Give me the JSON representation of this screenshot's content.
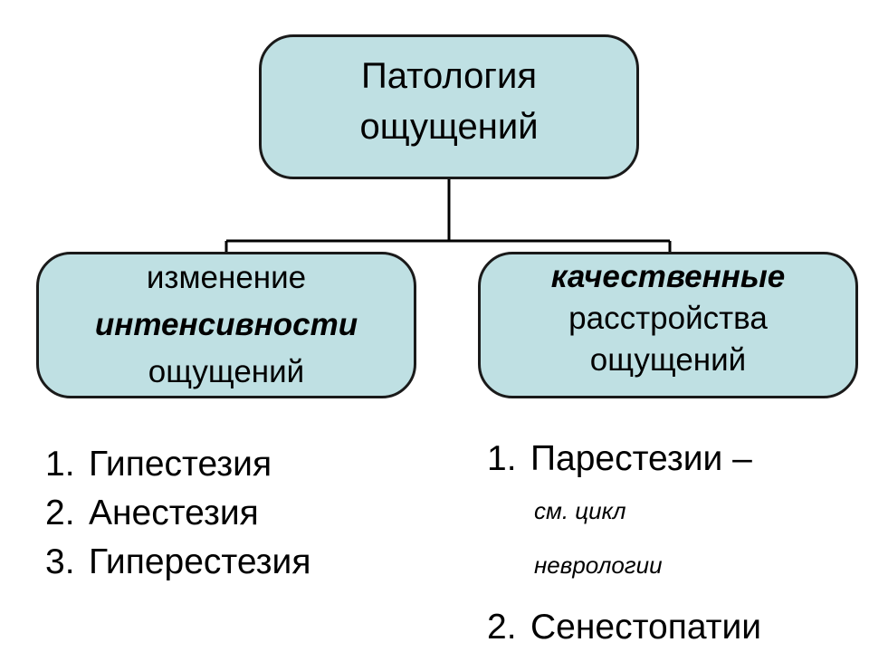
{
  "root": {
    "line1": "Патология",
    "line2": "ощущений"
  },
  "left_box": {
    "line1": "изменение",
    "line2": "интенсивности",
    "line3": "ощущений"
  },
  "right_box": {
    "line1": "качественные",
    "line2": "расстройства",
    "line3": "ощущений"
  },
  "left_list": [
    {
      "num": "1.",
      "text": "Гипестезия"
    },
    {
      "num": "2.",
      "text": "Анестезия"
    },
    {
      "num": "3.",
      "text": "Гиперестезия"
    }
  ],
  "right_list": {
    "item1": {
      "num": "1.",
      "text": "Парестезии –"
    },
    "note1": "см. цикл",
    "note2": "неврологии",
    "item2": {
      "num": "2.",
      "text": "Сенестопатии"
    }
  },
  "colors": {
    "box_fill": "#bfe0e3",
    "box_border": "#1a1a1a",
    "connector": "#000000"
  }
}
